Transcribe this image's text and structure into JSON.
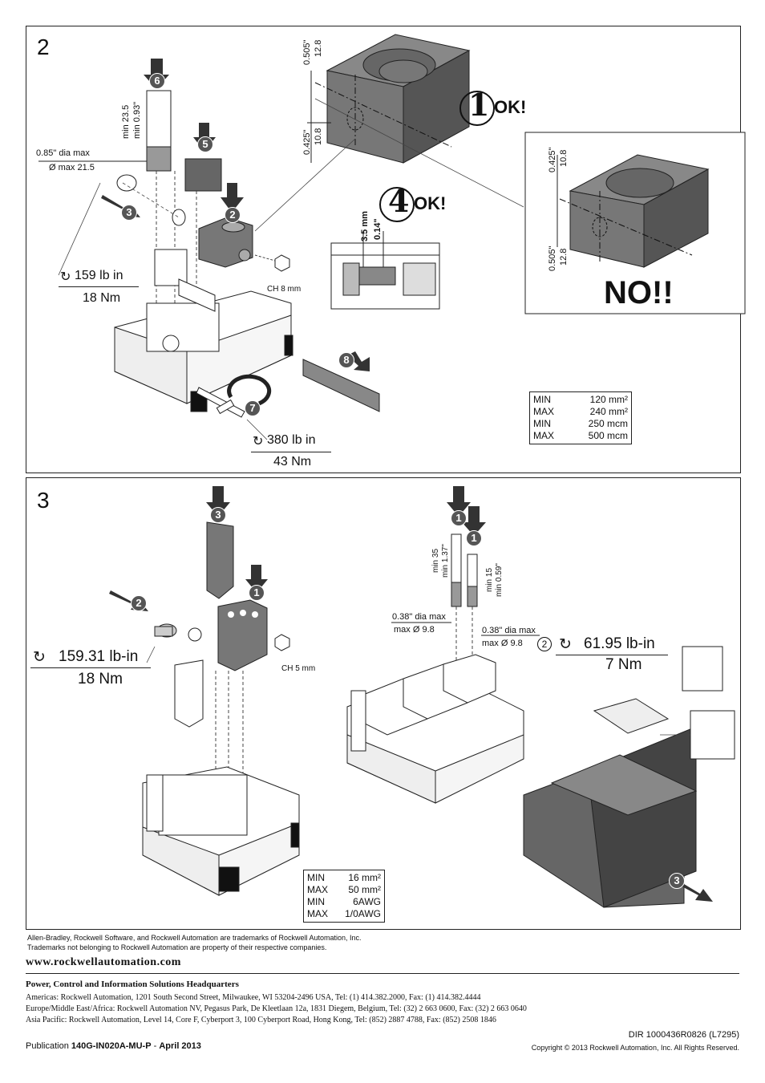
{
  "panel2": {
    "step_number": "2",
    "dim_vertical_top_in": "0.505\"",
    "dim_vertical_top_mm": "12.8",
    "dim_vertical_bottom_in": "0.425\"",
    "dim_vertical_bottom_mm": "10.8",
    "ok1_number": "1",
    "ok1_label": "OK!",
    "ok4_number": "4",
    "ok4_label": "OK!",
    "gap_mm": "3.5 mm",
    "gap_in": "0.14\"",
    "inset_dim_top_in": "0.425\"",
    "inset_dim_top_mm": "10.8",
    "inset_dim_bottom_in": "0.505\"",
    "inset_dim_bottom_mm": "12.8",
    "no_label": "NO!!",
    "strip_min_mm": "min 23.5",
    "strip_min_in": "min 0.93\"",
    "dia_max_in": "0.85\" dia max",
    "dia_max_mm": "Ø max 21.5",
    "hex_label": "CH 8 mm",
    "torque1_lbin": "159 lb in",
    "torque1_nm": "18 Nm",
    "torque2_lbin": "380 lb in",
    "torque2_nm": "43 Nm",
    "badges": [
      "6",
      "5",
      "3",
      "2",
      "8",
      "7"
    ],
    "spec": [
      {
        "label": "MIN",
        "value": "120 mm²"
      },
      {
        "label": "MAX",
        "value": "240 mm²"
      },
      {
        "label": "MIN",
        "value": "250 mcm"
      },
      {
        "label": "MAX",
        "value": "500 mcm"
      }
    ]
  },
  "panel3": {
    "step_number": "3",
    "torque_left_lbin": "159.31 lb-in",
    "torque_left_nm": "18 Nm",
    "hex_label": "CH 5 mm",
    "strip1_mm": "min 35",
    "strip1_in": "min 1.37\"",
    "strip2_mm": "min 15",
    "strip2_in": "min 0.59\"",
    "dia1_in": "0.38\" dia max",
    "dia1_mm": "max Ø 9.8",
    "dia2_in": "0.38\" dia max",
    "dia2_mm": "max Ø 9.8",
    "torque_right_step": "2",
    "torque_right_lbin": "61.95 lb-in",
    "torque_right_nm": "7 Nm",
    "badges": [
      "3",
      "1",
      "2",
      "1",
      "1",
      "3"
    ],
    "spec": [
      {
        "label": "MIN",
        "value": "16 mm²"
      },
      {
        "label": "MAX",
        "value": "50 mm²"
      },
      {
        "label": "MIN",
        "value": "6AWG"
      },
      {
        "label": "MAX",
        "value": "1/0AWG"
      }
    ]
  },
  "footer": {
    "trademark1": "Allen-Bradley, Rockwell Software, and Rockwell Automation are trademarks of Rockwell Automation, Inc.",
    "trademark2": "Trademarks not belonging to Rockwell Automation are property of their respective companies.",
    "website": "www.rockwellautomation.com",
    "hq_title": "Power, Control and Information Solutions Headquarters",
    "americas": "Americas: Rockwell Automation, 1201 South Second Street, Milwaukee, WI 53204-2496 USA, Tel: (1) 414.382.2000, Fax: (1) 414.382.4444",
    "emea": "Europe/Middle East/Africa: Rockwell Automation NV, Pegasus Park, De Kleetlaan 12a, 1831 Diegem, Belgium, Tel: (32) 2 663 0600, Fax: (32) 2 663 0640",
    "apac": "Asia Pacific: Rockwell Automation, Level 14, Core F, Cyberport 3, 100 Cyberport Road, Hong Kong, Tel: (852) 2887 4788, Fax: (852) 2508 1846",
    "dir": "DIR 1000436R0826 (L7295)",
    "publication_prefix": "Publication",
    "publication_number": "140G-IN020A-MU-P",
    "publication_sep": " - ",
    "publication_date": "April 2013",
    "copyright": "Copyright © 2013 Rockwell Automation, Inc. All Rights Reserved."
  }
}
